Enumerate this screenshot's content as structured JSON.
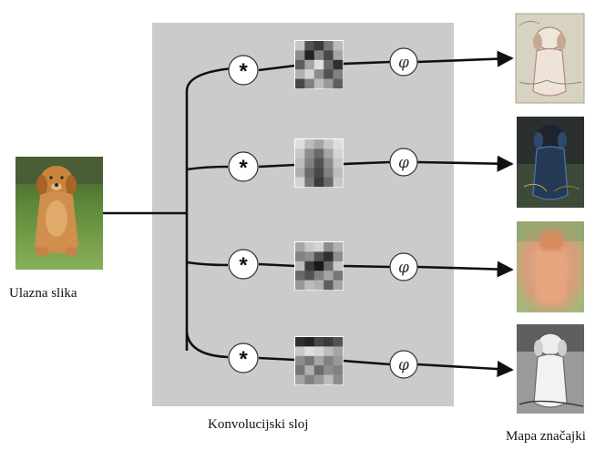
{
  "labels": {
    "input": "Ulazna slika",
    "layer": "Konvolucijski sloj",
    "output": "Mapa značajki"
  },
  "operators": {
    "convolution_symbol": "*",
    "activation_symbol": "φ"
  },
  "colors": {
    "layer_panel": "#cbcbcb",
    "line": "#111111",
    "node_fill": "#ffffff"
  },
  "kernels": [
    {
      "name": "kernel-1",
      "cells": [
        [
          0.85,
          0.35,
          0.25,
          0.5,
          0.8
        ],
        [
          0.6,
          0.15,
          0.55,
          0.3,
          0.7
        ],
        [
          0.4,
          0.7,
          0.95,
          0.45,
          0.2
        ],
        [
          0.75,
          0.9,
          0.6,
          0.35,
          0.55
        ],
        [
          0.3,
          0.55,
          0.8,
          0.65,
          0.4
        ]
      ]
    },
    {
      "name": "kernel-2",
      "cells": [
        [
          0.95,
          0.8,
          0.7,
          0.85,
          0.95
        ],
        [
          0.85,
          0.6,
          0.45,
          0.7,
          0.9
        ],
        [
          0.8,
          0.55,
          0.35,
          0.6,
          0.85
        ],
        [
          0.75,
          0.45,
          0.3,
          0.55,
          0.8
        ],
        [
          0.9,
          0.5,
          0.25,
          0.45,
          0.85
        ]
      ]
    },
    {
      "name": "kernel-3",
      "cells": [
        [
          0.7,
          0.85,
          0.9,
          0.6,
          0.75
        ],
        [
          0.55,
          0.6,
          0.35,
          0.2,
          0.6
        ],
        [
          0.8,
          0.25,
          0.1,
          0.45,
          0.85
        ],
        [
          0.45,
          0.35,
          0.55,
          0.7,
          0.5
        ],
        [
          0.65,
          0.8,
          0.75,
          0.4,
          0.7
        ]
      ]
    },
    {
      "name": "kernel-4",
      "cells": [
        [
          0.2,
          0.15,
          0.3,
          0.25,
          0.35
        ],
        [
          0.85,
          0.95,
          0.9,
          0.8,
          0.7
        ],
        [
          0.6,
          0.5,
          0.7,
          0.55,
          0.65
        ],
        [
          0.5,
          0.75,
          0.45,
          0.6,
          0.55
        ],
        [
          0.7,
          0.55,
          0.65,
          0.8,
          0.6
        ]
      ]
    }
  ],
  "feature_maps": [
    {
      "name": "feature-map-edges"
    },
    {
      "name": "feature-map-dark"
    },
    {
      "name": "feature-map-blur"
    },
    {
      "name": "feature-map-grayscale"
    }
  ]
}
